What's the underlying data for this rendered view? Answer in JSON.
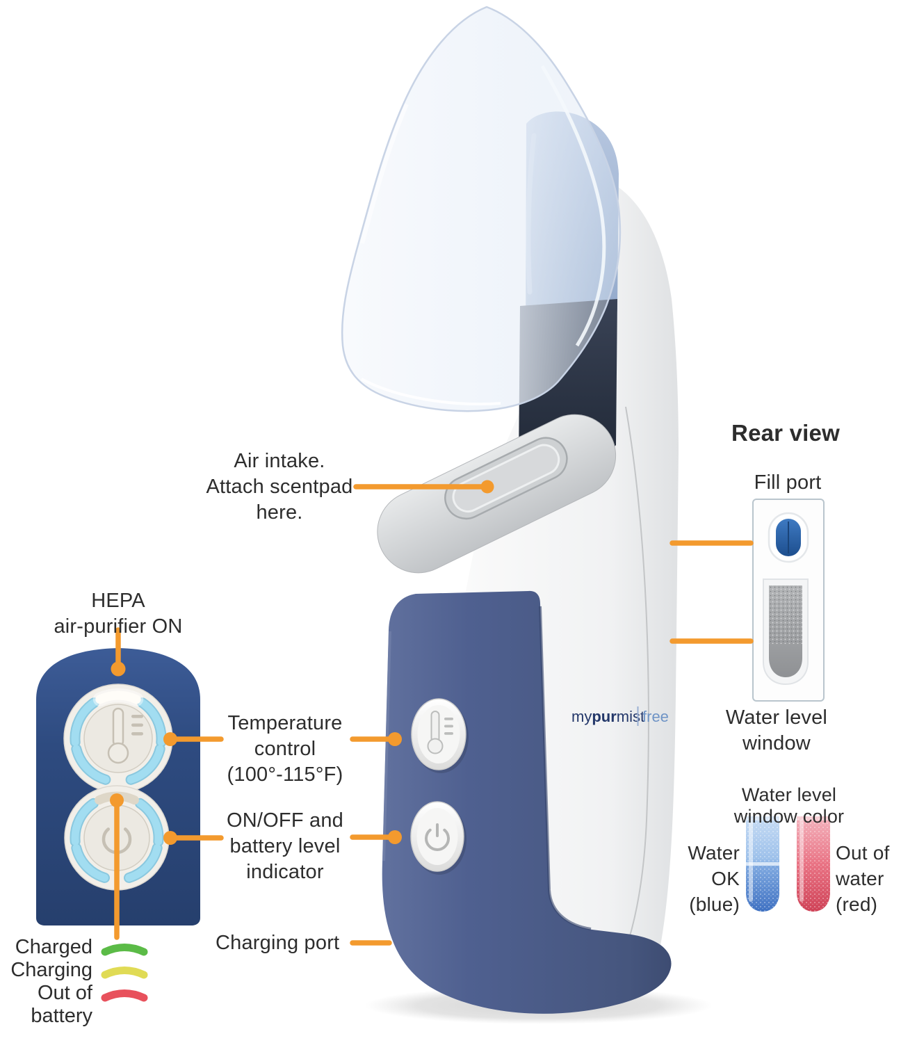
{
  "colors": {
    "accent_orange": "#F39A2E",
    "panel_blue": "#2C4A80",
    "handle_blue": "#46567E",
    "ring_blue": "#A2DDF1",
    "charged_green": "#5BBB47",
    "charging_yellow": "#E0DB55",
    "out_red": "#E8515C",
    "water_ok_blue": "#4478C8",
    "out_of_water_red": "#D9495E",
    "logo_navy": "#24386A",
    "logo_light_blue": "#6F94C6"
  },
  "annotations": {
    "air_intake": {
      "line1": "Air intake.",
      "line2": "Attach scentpad",
      "line3": "here."
    },
    "hepa": {
      "line1": "HEPA",
      "line2": "air-purifier ON"
    },
    "temperature": {
      "line1": "Temperature",
      "line2": "control",
      "line3": "(100°-115°F)"
    },
    "on_off": {
      "line1": "ON/OFF and",
      "line2": "battery level",
      "line3": "indicator"
    },
    "charging_port": "Charging port",
    "battery": {
      "charged": "Charged",
      "charging": "Charging",
      "out1": "Out of",
      "out2": "battery"
    }
  },
  "rear_view": {
    "title": "Rear view",
    "fill_port": "Fill port",
    "water_window": {
      "line1": "Water level",
      "line2": "window"
    },
    "window_color": {
      "line1": "Water level",
      "line2": "window color"
    },
    "water_ok": {
      "line1": "Water",
      "line2": "OK",
      "line3": "(blue)"
    },
    "out_of_water": {
      "line1": "Out of",
      "line2": "water",
      "line3": "(red)"
    }
  },
  "device": {
    "logo_my": "my",
    "logo_pur": "pur",
    "logo_mist": "mist",
    "logo_free": "free"
  }
}
